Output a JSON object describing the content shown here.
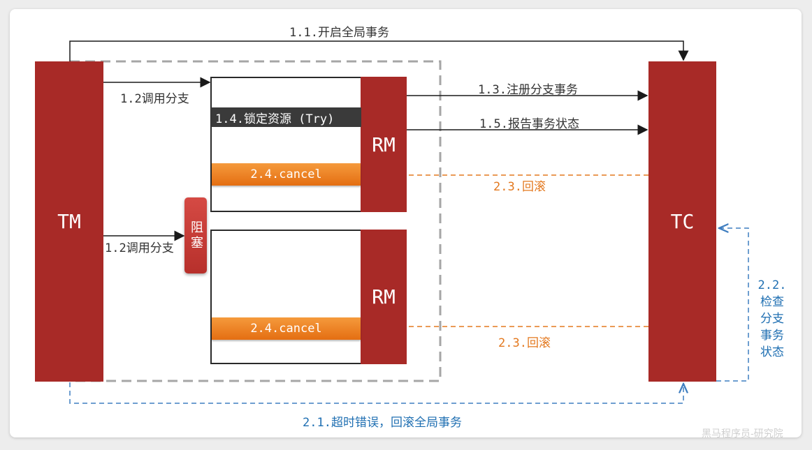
{
  "nodes": {
    "tm": "TM",
    "tc": "TC",
    "rm_top": "RM",
    "rm_bottom": "RM",
    "blocked": "阻塞"
  },
  "steps": {
    "begin_global": "1.1.开启全局事务",
    "call_branch_top": "1.2调用分支",
    "call_branch_bottom": "1.2调用分支",
    "register_branch": "1.3.注册分支事务",
    "lock_resource": "1.4.锁定资源 (Try)",
    "report_status": "1.5.报告事务状态",
    "timeout_rollback": "2.1.超时错误，回滚全局事务",
    "check_branch": "2.2.检查分支事务状态",
    "rollback_top": "2.3.回滚",
    "rollback_bottom": "2.3.回滚",
    "cancel_top": "2.4.cancel",
    "cancel_bottom": "2.4.cancel"
  },
  "watermark": "黑马程序员-研究院",
  "colors": {
    "block": "#a82a27",
    "cancel": "#e97d22",
    "rollback_arrow": "#e3781e",
    "check_arrow": "#3f7ec0",
    "try_bar": "#3a3a3a"
  }
}
